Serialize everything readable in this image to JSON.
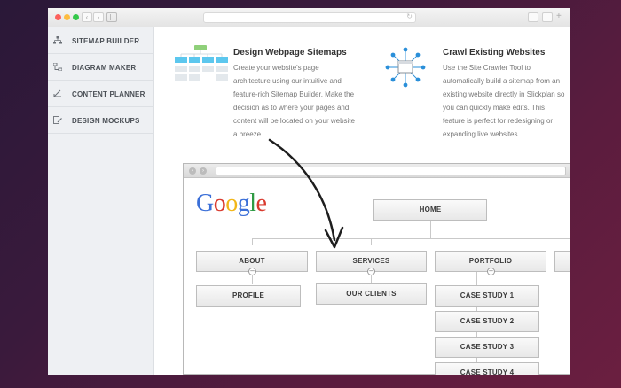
{
  "browser": {
    "back_glyph": "‹",
    "forward_glyph": "›",
    "reload_glyph": "↻"
  },
  "sidebar": {
    "items": [
      {
        "label": "SITEMAP BUILDER",
        "icon": "sitemap-icon"
      },
      {
        "label": "DIAGRAM MAKER",
        "icon": "diagram-icon"
      },
      {
        "label": "CONTENT PLANNER",
        "icon": "content-planner-icon"
      },
      {
        "label": "DESIGN MOCKUPS",
        "icon": "design-mockups-icon"
      }
    ]
  },
  "features": [
    {
      "title": "Design Webpage Sitemaps",
      "lines": [
        "Create your website's page",
        "architecture using our intuitive and",
        "feature-rich Sitemap Builder. Make the",
        "decision as to where your pages and",
        "content will be located on your website",
        "a breeze."
      ],
      "icon": "sitemap-illustration-icon"
    },
    {
      "title": "Crawl Existing Websites",
      "lines": [
        "Use the Site Crawler Tool to",
        "automatically build a sitemap from an",
        "existing website directly in Slickplan so",
        "you can quickly make edits. This",
        "feature is perfect for redesigning or",
        "expanding live websites."
      ],
      "icon": "crawler-illustration-icon"
    }
  ],
  "mockup": {
    "logo_letters": [
      "G",
      "o",
      "o",
      "g",
      "l",
      "e"
    ],
    "logo_colors": [
      "#3b6fd8",
      "#d93a2e",
      "#f2b619",
      "#3b6fd8",
      "#2f9a44",
      "#d93a2e"
    ],
    "collapse_glyph": "–",
    "nodes": {
      "home": "HOME",
      "about": "ABOUT",
      "services": "SERVICES",
      "portfolio": "PORTFOLIO",
      "profile": "PROFILE",
      "our_clients": "OUR CLIENTS",
      "case_studies": [
        "CASE STUDY 1",
        "CASE STUDY 2",
        "CASE STUDY 3",
        "CASE STUDY 4"
      ]
    }
  },
  "colors": {
    "accent_blue": "#2a8fd9",
    "sidebar_bg": "#eef0f3"
  }
}
